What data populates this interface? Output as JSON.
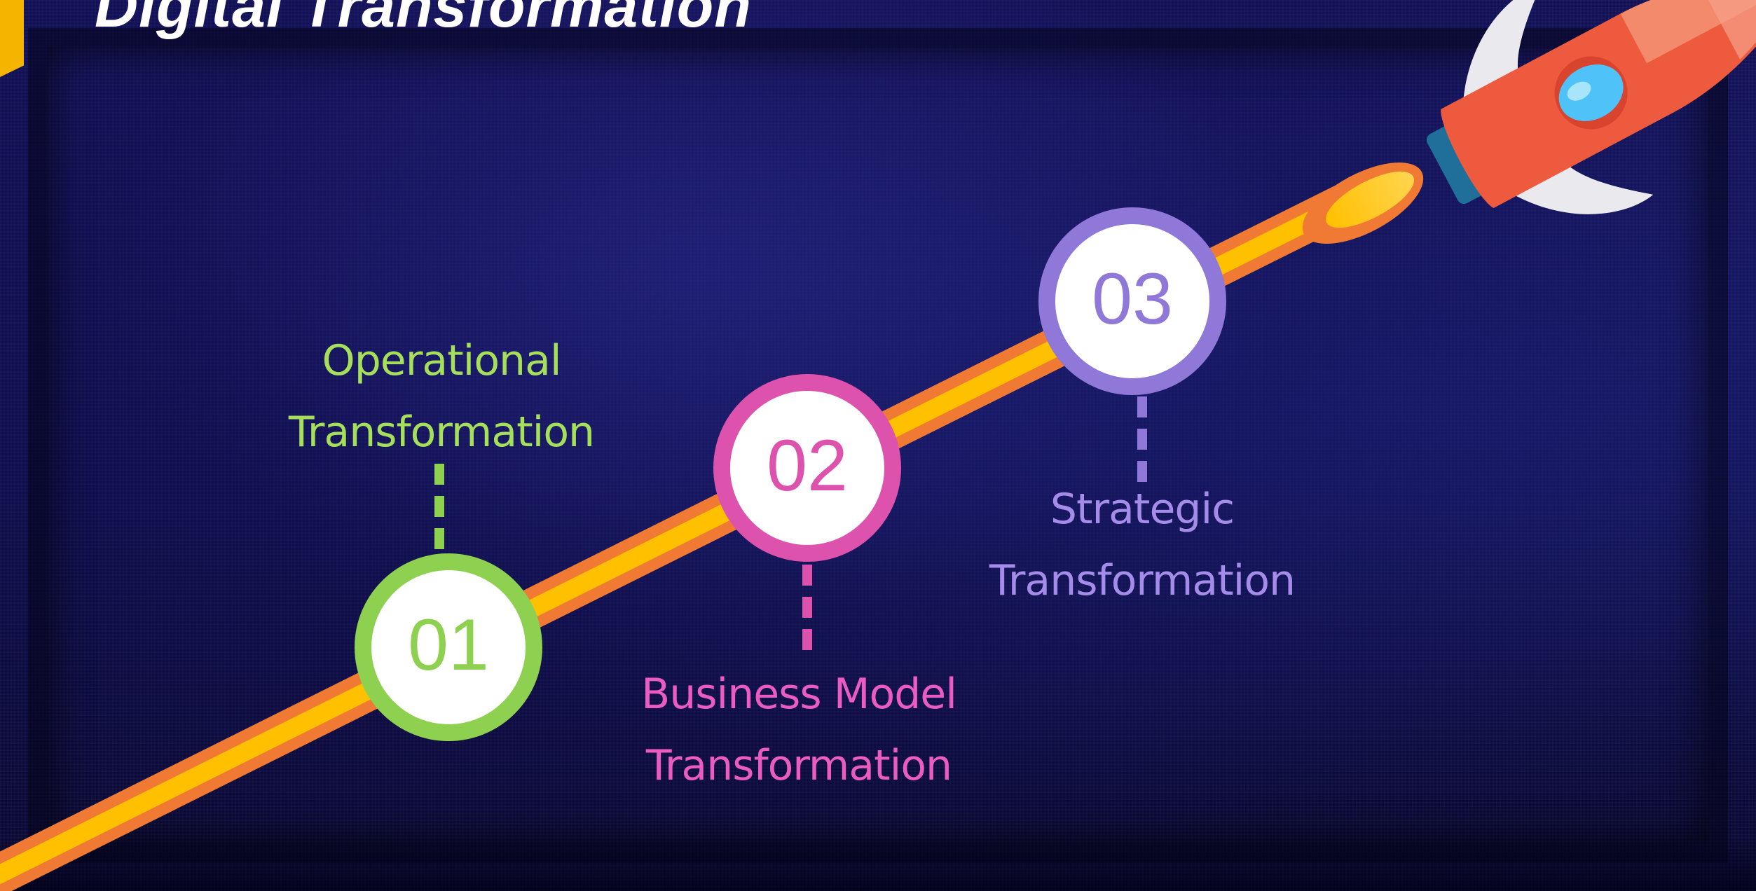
{
  "title": "Digital Transformation",
  "colors": {
    "background": "#12105a",
    "path_outer": "#f07a33",
    "path_inner": "#ffc000",
    "step1": "#8ed04f",
    "step2": "#dd52ac",
    "step3": "#8f78d8",
    "rocket_body": "#ee5a3d",
    "rocket_window": "#4fc3f7",
    "fins": "#e9e9ee"
  },
  "steps": [
    {
      "number": "01",
      "line1": "Operational",
      "line2": "Transformation",
      "color": "#8ed04f"
    },
    {
      "number": "02",
      "line1": "Business Model",
      "line2": "Transformation",
      "color": "#dd52ac"
    },
    {
      "number": "03",
      "line1": "Strategic",
      "line2": "Transformation",
      "color": "#8f78d8"
    }
  ],
  "icons": {
    "rocket": "rocket-icon"
  }
}
